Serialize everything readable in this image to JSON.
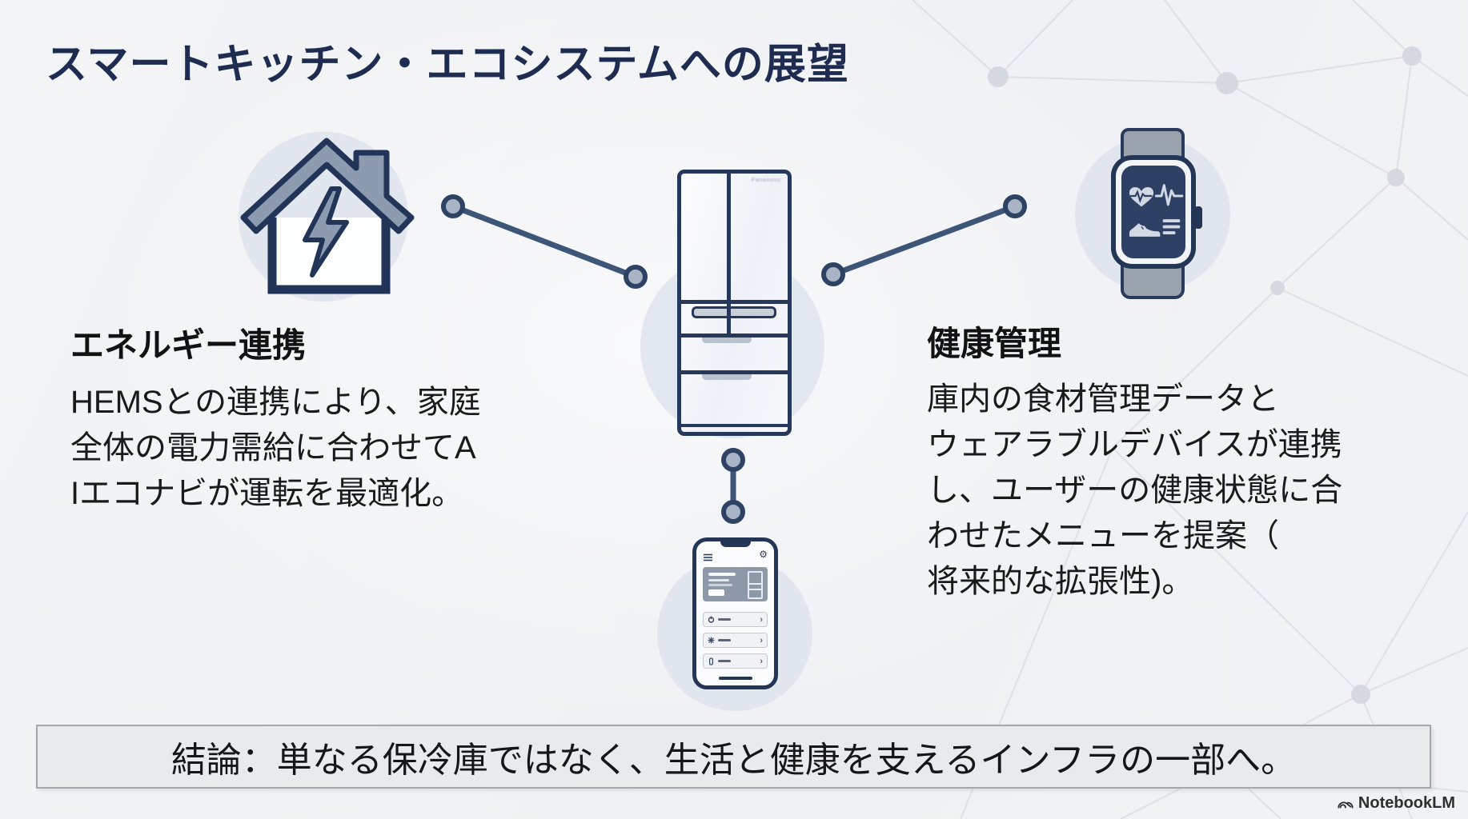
{
  "slide": {
    "title": "スマートキッチン・エコシステムへの展望"
  },
  "energy": {
    "heading": "エネルギー連携",
    "lines": [
      "HEMSとの連携により、家庭",
      "全体の電力需給に合わせてA",
      "Iエコナビが運転を最適化。"
    ]
  },
  "health": {
    "heading": "健康管理",
    "lines": [
      "庫内の食材管理データと",
      "ウェアラブルデバイスが連携",
      "し、ユーザーの健康状態に合",
      "わせたメニューを提案（",
      "将来的な拡張性)。"
    ]
  },
  "fridge": {
    "brand": "Panasonic"
  },
  "conclusion": {
    "text": "結論：単なる保冷庫ではなく、生活と健康を支えるインフラの一部へ。"
  },
  "footer": {
    "logo_text": "NotebookLM"
  },
  "icons": {
    "gear": "⚙",
    "chevron": "›",
    "colors": {
      "navy_outline": "#26385c",
      "title_navy": "#1d2c50",
      "icon_fill_gray": "#8d9bb0",
      "dot_fill": "#a9b4c6",
      "circle_bg": "#e2e6ee",
      "watch_screen": "#2e4165",
      "conclusion_bg": "#e9eaec"
    }
  }
}
